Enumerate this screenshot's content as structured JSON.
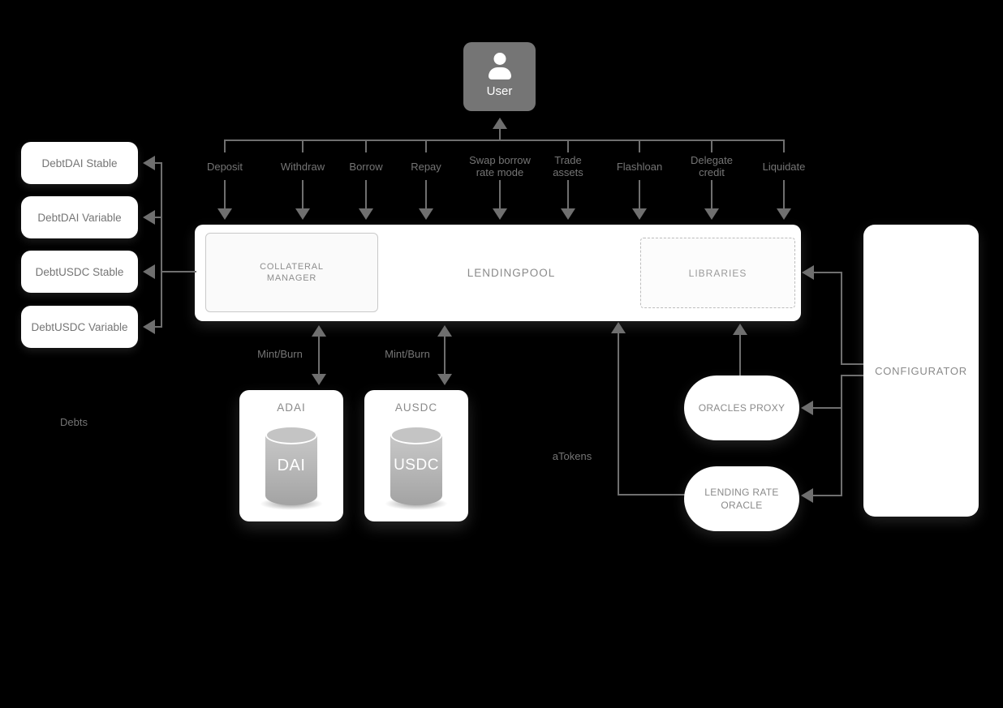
{
  "diagram": {
    "user": {
      "label": "User"
    },
    "actions": [
      "Deposit",
      "Withdraw",
      "Borrow",
      "Repay",
      "Swap borrow rate mode",
      "Trade assets",
      "Flashloan",
      "Delegate credit",
      "Liquidate"
    ],
    "lending_pool": {
      "title": "LENDINGPOOL",
      "collateral_manager": "COLLATERAL MANAGER",
      "libraries": "LIBRARIES"
    },
    "debt_tokens": [
      "DebtDAI Stable",
      "DebtDAI Variable",
      "DebtUSDC Stable",
      "DebtUSDC Variable"
    ],
    "debts_label": "Debts",
    "mint_burn_label": "Mint/Burn",
    "atokens_label": "aTokens",
    "atokens": [
      {
        "title": "ADAI",
        "symbol": "DAI"
      },
      {
        "title": "AUSDC",
        "symbol": "USDC"
      }
    ],
    "oracles_proxy": "ORACLES PROXY",
    "lending_rate_oracle": "LENDING RATE ORACLE",
    "configurator": "CONFIGURATOR",
    "colors": {
      "background": "#000000",
      "node_background": "#ffffff",
      "line_gray": "#6f6f6f",
      "label_gray": "#757575",
      "user_node_gray": "#757575"
    }
  }
}
